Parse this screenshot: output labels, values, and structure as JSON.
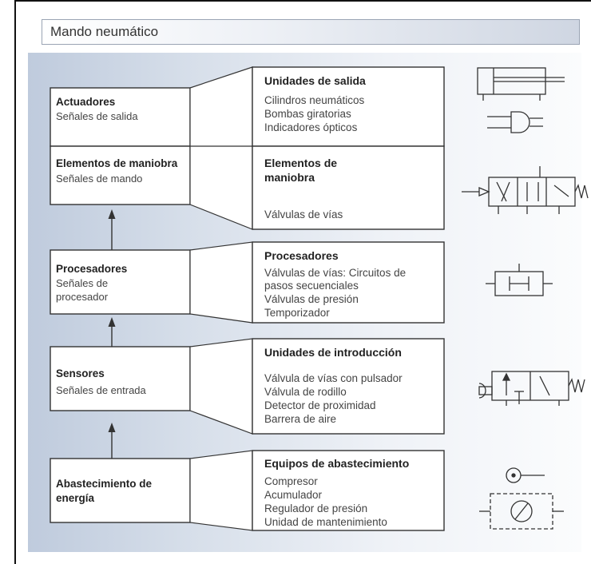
{
  "title": "Mando neumático",
  "levels": [
    {
      "title": "Actuadores",
      "subtitle": [
        "Señales de salida"
      ],
      "box_title": [
        "Unidades de salida"
      ],
      "items": [
        "Cilindros neumáticos",
        "Bombas giratorias",
        "Indicadores ópticos"
      ],
      "symbols": [
        "double-acting-cylinder-icon",
        "optical-indicator-icon"
      ]
    },
    {
      "title": "Elementos de maniobra",
      "subtitle": [
        "Señales de mando"
      ],
      "box_title": [
        "Elementos de",
        "maniobra"
      ],
      "items": [
        "Válvulas de vías"
      ],
      "symbols": [
        "directional-valve-icon"
      ]
    },
    {
      "title": "Procesadores",
      "subtitle": [
        "Señales de",
        "procesador"
      ],
      "box_title": [
        "Procesadores"
      ],
      "items": [
        "Válvulas de vías: Circuitos de",
        "pasos secuenciales",
        "Válvulas de presión",
        "Temporizador"
      ],
      "symbols": [
        "shuttle-valve-icon"
      ]
    },
    {
      "title": "Sensores",
      "subtitle": [
        "Señales de entrada"
      ],
      "box_title": [
        "Unidades de introducción"
      ],
      "items": [
        "Válvula de vías con pulsador",
        "Válvula de rodillo",
        "Detector de proximidad",
        "Barrera de aire"
      ],
      "symbols": [
        "push-button-valve-icon"
      ]
    },
    {
      "title_lines": [
        "Abastecimiento de",
        "energía"
      ],
      "subtitle": [],
      "box_title": [
        "Equipos de abastecimiento"
      ],
      "items": [
        "Compresor",
        "Acumulador",
        "Regulador de presión",
        "Unidad de mantenimiento"
      ],
      "symbols": [
        "pressure-source-icon",
        "pressure-gauge-icon"
      ]
    }
  ]
}
